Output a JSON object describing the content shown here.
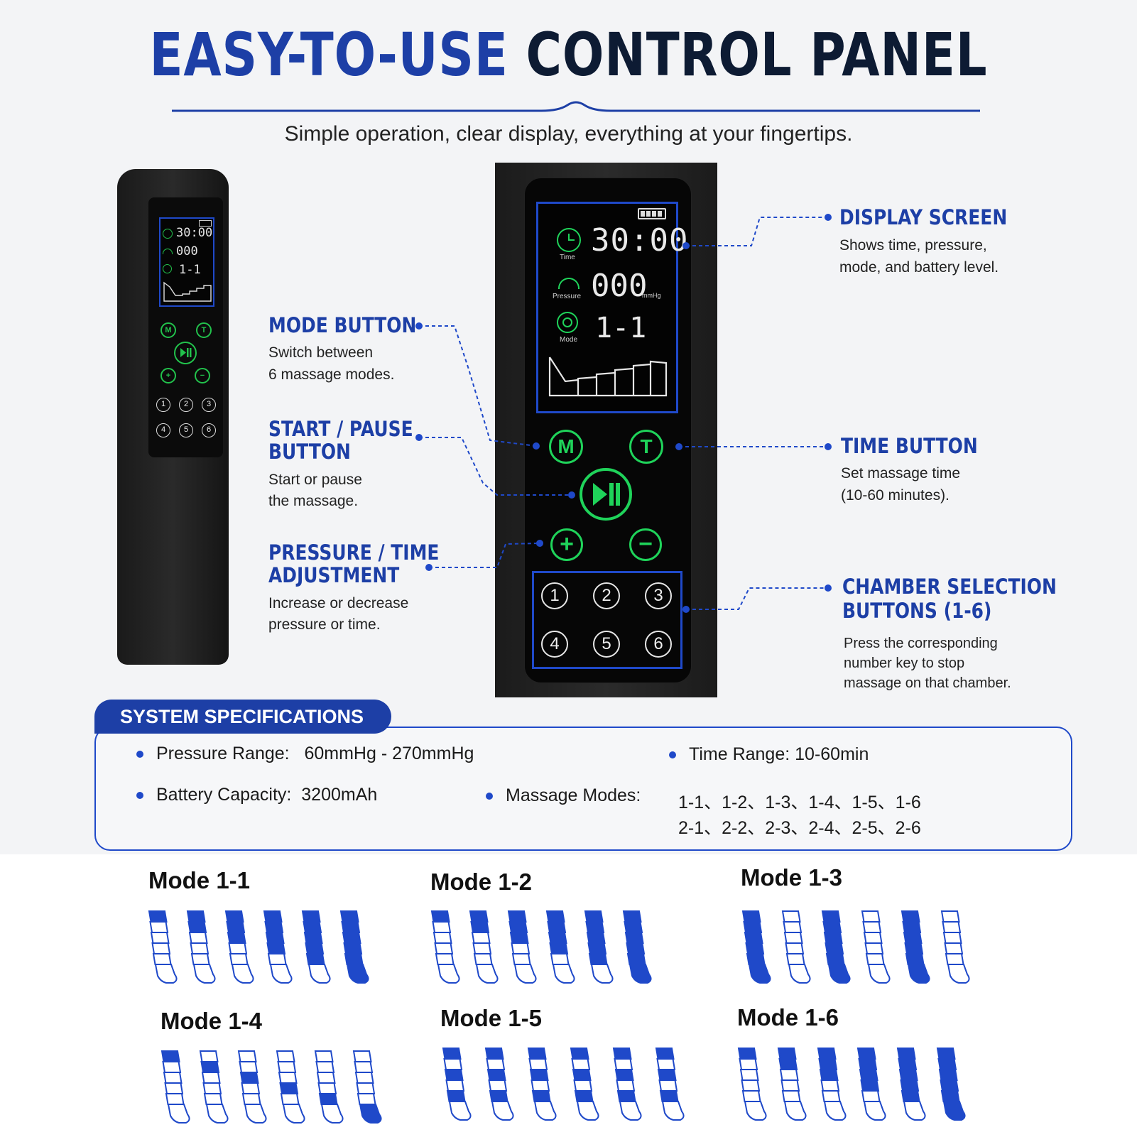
{
  "header": {
    "title_part1": "EASY-TO-USE",
    "title_part2": "CONTROL PANEL",
    "subtitle": "Simple operation, clear display, everything at your fingertips."
  },
  "display": {
    "time": "30:00",
    "time_label": "Time",
    "pressure": "000",
    "pressure_label": "Pressure",
    "pressure_unit": "mmHg",
    "mode": "1-1",
    "mode_label": "Mode"
  },
  "buttons": {
    "mode": "M",
    "time": "T",
    "plus": "+",
    "minus": "−",
    "chambers": [
      "1",
      "2",
      "3",
      "4",
      "5",
      "6"
    ]
  },
  "callouts": {
    "display_screen": {
      "title": "DISPLAY SCREEN",
      "desc1": "Shows time, pressure,",
      "desc2": "mode, and battery level."
    },
    "mode_button": {
      "title": "MODE BUTTON",
      "desc1": "Switch between",
      "desc2": "6 massage modes."
    },
    "start_pause": {
      "title1": "START / PAUSE",
      "title2": "BUTTON",
      "desc1": "Start or pause",
      "desc2": "the massage."
    },
    "pressure_time": {
      "title1": "PRESSURE / TIME",
      "title2": "ADJUSTMENT",
      "desc1": "Increase or decrease",
      "desc2": "pressure or time."
    },
    "time_button": {
      "title": "TIME BUTTON",
      "desc1": "Set massage time",
      "desc2": "(10-60 minutes)."
    },
    "chamber": {
      "title1": "CHAMBER SELECTION",
      "title2": "BUTTONS (1-6)",
      "desc1": "Press the corresponding",
      "desc2": "number key to stop",
      "desc3": "massage on that chamber."
    }
  },
  "specs": {
    "heading": "SYSTEM SPECIFICATIONS",
    "pressure_label": "Pressure Range:",
    "pressure_value": "60mmHg - 270mmHg",
    "time_range": "Time Range: 10-60min",
    "battery_label": "Battery Capacity:",
    "battery_value": "3200mAh",
    "modes_label": "Massage Modes:",
    "modes_line1": "1-1、1-2、1-3、1-4、1-5、1-6",
    "modes_line2": "2-1、2-2、2-3、2-4、2-5、2-6"
  },
  "modes": [
    {
      "title": "Mode 1-1"
    },
    {
      "title": "Mode 1-2"
    },
    {
      "title": "Mode 1-3"
    },
    {
      "title": "Mode 1-4"
    },
    {
      "title": "Mode 1-5"
    },
    {
      "title": "Mode 1-6"
    }
  ],
  "colors": {
    "brand_blue": "#1d3fa6",
    "accent_blue": "#1f49c9",
    "button_green": "#1fd35a"
  }
}
